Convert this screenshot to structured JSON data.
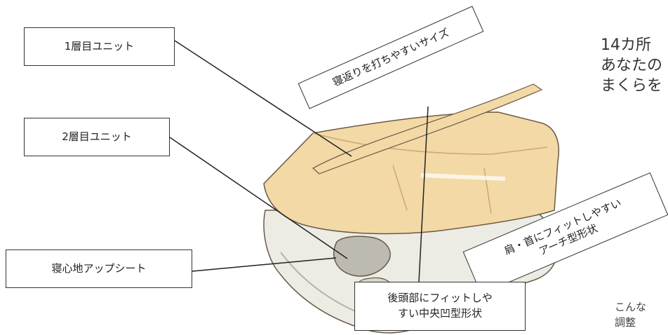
{
  "labels": {
    "layer1": "1層目ユニット",
    "layer2": "2層目ユニット",
    "sheet": "寝心地アップシート",
    "turn": "寝返りを打ちやすいサイズ",
    "shoulder": "肩・首にフィットしやすい\nアーチ型形状",
    "head": "後頭部にフィットしや\nすい中央凹型形状"
  },
  "right_text": [
    "14カ所",
    "あなたの",
    "まくらを"
  ],
  "bottom_text": [
    "こんな",
    "調整"
  ],
  "colors": {
    "pillow_top": "#f3d9a6",
    "pillow_base": "#ecebe4",
    "outline": "#6b5a45",
    "line": "#222222"
  }
}
